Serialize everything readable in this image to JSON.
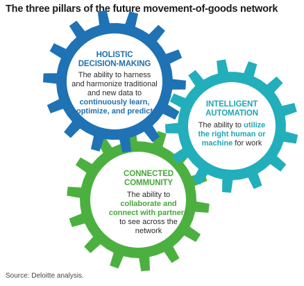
{
  "title": "The three pillars of the future movement-of-goods network",
  "source": "Source: Deloitte analysis.",
  "colors": {
    "holistic": "#1f72b4",
    "automation": "#23aebb",
    "community": "#4cb040"
  },
  "gears": {
    "holistic": {
      "heading": [
        "HOLISTIC",
        "DECISION-MAKING"
      ],
      "text_plain": "The ability to harness and harmonize traditional and new data to",
      "text_highlight": "continuously learn, optimize, and predict"
    },
    "automation": {
      "heading": [
        "INTELLIGENT",
        "AUTOMATION"
      ],
      "text_plain": "The ability to",
      "text_highlight": "utilize the right human or machine",
      "text_after": "for work"
    },
    "community": {
      "heading": [
        "CONNECTED",
        "COMMUNITY"
      ],
      "text_plain": "The ability to",
      "text_highlight": "collaborate and connect with partners",
      "text_after": "to see across the network"
    }
  }
}
